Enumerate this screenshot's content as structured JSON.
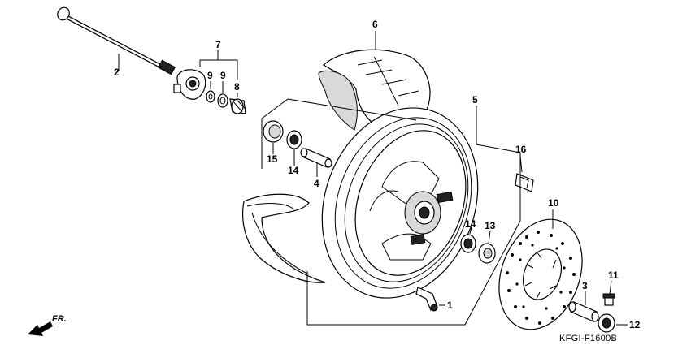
{
  "diagram": {
    "drawing_code": "KFGI-F1600B",
    "direction_label": "FR.",
    "callouts": {
      "axle": "2",
      "speedometer_gearbox_group": "7",
      "seal_a": "9",
      "seal_b": "9",
      "retainer": "8",
      "tire": "6",
      "wheel_assembly": "5",
      "dust_seal": "15",
      "bearing_left": "14",
      "distance_collar": "4",
      "bearing_right": "14",
      "dust_seal_right": "13",
      "valve": "1",
      "clip": "16",
      "brake_disc": "10",
      "collar": "3",
      "bolt": "11",
      "nut": "12"
    }
  }
}
